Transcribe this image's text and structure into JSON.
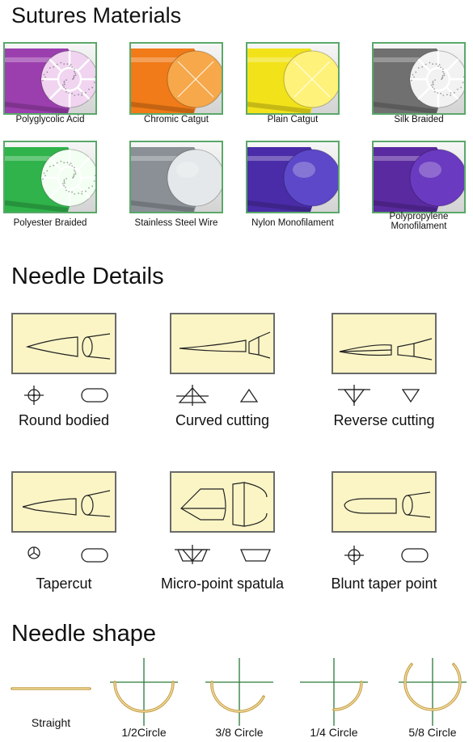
{
  "sections": {
    "sutures_title": "Sutures Materials",
    "needle_details_title": "Needle Details",
    "needle_shape_title": "Needle shape"
  },
  "sutures": [
    {
      "label": "Polyglycolic Acid",
      "color": "#9b3fae",
      "pattern": "braid",
      "end": "#f0d4f0"
    },
    {
      "label": "Chromic Catgut",
      "color": "#f07b18",
      "pattern": "cross",
      "end": "#f6a84a"
    },
    {
      "label": "Plain Catgut",
      "color": "#f2e21a",
      "pattern": "cross",
      "end": "#fff27a"
    },
    {
      "label": "Silk Braided",
      "color": "#707070",
      "pattern": "braid",
      "end": "#f2f2f2"
    },
    {
      "label": "Polyester Braided",
      "color": "#2fb34a",
      "pattern": "braid",
      "end": "#f2fff2"
    },
    {
      "label": "Stainless Steel Wire",
      "color": "#8a9096",
      "pattern": "plain",
      "end": "#e4e8ea"
    },
    {
      "label": "Nylon Monofilament",
      "color": "#4a2ca8",
      "pattern": "plain",
      "end": "#5c48c8"
    },
    {
      "label": "Polypropylene Monofilament",
      "color": "#5a2aa0",
      "pattern": "plain",
      "end": "#6a3ac0"
    }
  ],
  "needles": [
    {
      "label": "Round bodied",
      "tip": "round",
      "symbol": "circle-dot"
    },
    {
      "label": "Curved cutting",
      "tip": "curved",
      "symbol": "triangle-up"
    },
    {
      "label": "Reverse cutting",
      "tip": "reverse",
      "symbol": "triangle-down"
    },
    {
      "label": "Tapercut",
      "tip": "taper",
      "symbol": "tri-circle"
    },
    {
      "label": "Micro-point spatula",
      "tip": "spatula",
      "symbol": "trapezoid"
    },
    {
      "label": "Blunt taper point",
      "tip": "blunt",
      "symbol": "circle-dot"
    }
  ],
  "shapes": [
    {
      "label": "Straight",
      "kind": "straight"
    },
    {
      "label": "1/2Circle",
      "kind": "half"
    },
    {
      "label": "3/8 Circle",
      "kind": "three-eighths"
    },
    {
      "label": "1/4 Circle",
      "kind": "quarter"
    },
    {
      "label": "5/8 Circle",
      "kind": "five-eighths"
    }
  ]
}
